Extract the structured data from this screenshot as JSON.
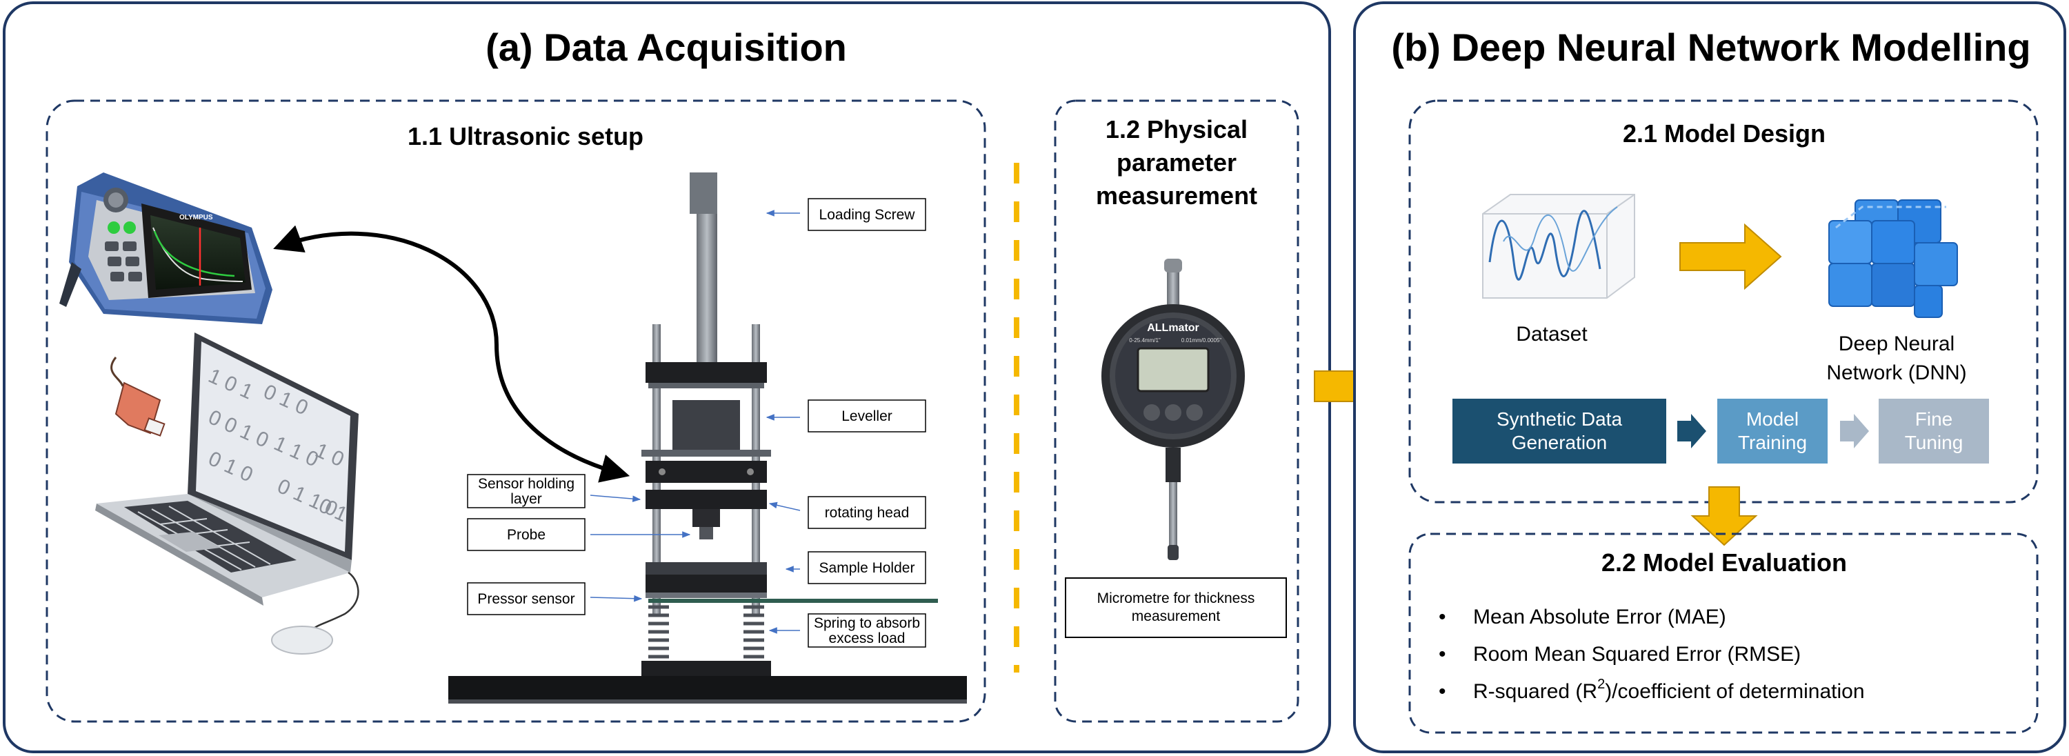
{
  "panel_a": {
    "title": "(a) Data Acquisition",
    "ultrasonic": {
      "title": "1.1 Ultrasonic setup",
      "labels": {
        "loading_screw": "Loading Screw",
        "leveller": "Leveller",
        "sensor_holding_1": "Sensor holding",
        "sensor_holding_2": "layer",
        "rotating_head": "rotating head",
        "probe": "Probe",
        "sample_holder": "Sample Holder",
        "pressor_sensor": "Pressor sensor",
        "spring_1": "Spring to absorb",
        "spring_2": "excess load"
      },
      "device_brand": "OLYMPUS",
      "laptop_digits": [
        "1 0 1",
        "0 1 0",
        "0 0 1 0",
        "1 1 0",
        "0 1 0",
        "0 1 1 0",
        "1 0",
        "0 1"
      ]
    },
    "physical": {
      "title_line1": "1.2 Physical",
      "title_line2": "parameter",
      "title_line3": "measurement",
      "caption_line1": "Micrometre  for thickness",
      "caption_line2": "measurement",
      "gauge_brand": "ALLmator",
      "gauge_range": "0-25.4mm/1\"",
      "gauge_res": "0.01mm/0.0005\""
    }
  },
  "panel_b": {
    "title": "(b) Deep Neural Network Modelling",
    "design": {
      "title": "2.1 Model Design",
      "dataset_label": "Dataset",
      "dnn_label_1": "Deep Neural",
      "dnn_label_2": "Network (DNN)",
      "steps": [
        {
          "line1": "Synthetic Data",
          "line2": "Generation",
          "color": "#1b5070"
        },
        {
          "line1": "Model",
          "line2": "Training",
          "color": "#5b9bc6"
        },
        {
          "line1": "Fine",
          "line2": "Tuning",
          "color": "#a9b8c8"
        }
      ]
    },
    "evaluation": {
      "title": "2.2 Model Evaluation",
      "metrics": [
        "Mean Absolute Error (MAE)",
        "Room Mean Squared Error (RMSE)"
      ],
      "r2_prefix": "R-squared (R",
      "r2_sup": "2",
      "r2_suffix": ")/coefficient of determination"
    }
  },
  "colors": {
    "frame": "#1f3864",
    "arrow_yellow": "#f5b800",
    "arrow_yellow_edge": "#c08c00",
    "dnn_blue": "#2a8ae6",
    "pointer": "#4472c4"
  }
}
